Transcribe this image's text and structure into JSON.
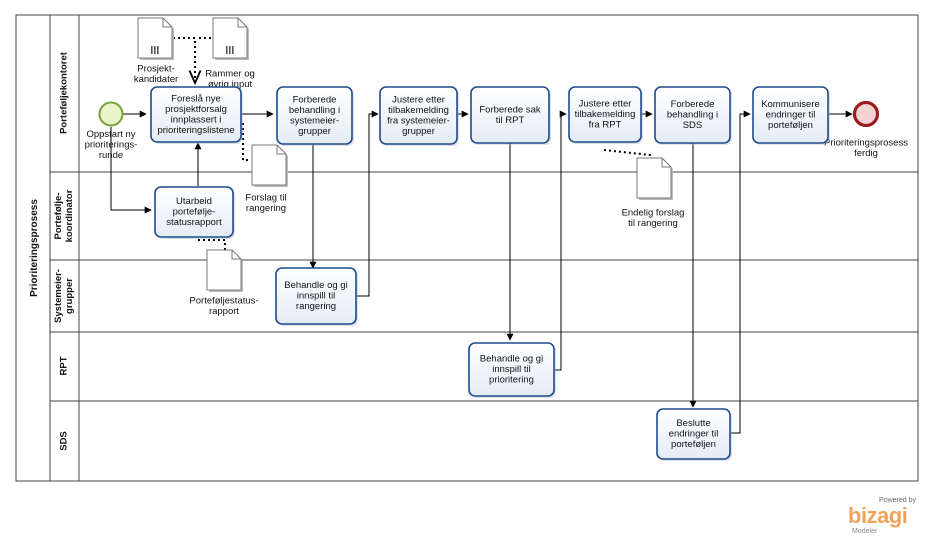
{
  "pool": {
    "label": "Prioriteringsprosess"
  },
  "lanes": [
    {
      "label_lines": [
        "Porteføljekontoret"
      ]
    },
    {
      "label_lines": [
        "Portefølje-",
        "koordinator"
      ]
    },
    {
      "label_lines": [
        "Systemeier-",
        "grupper"
      ]
    },
    {
      "label_lines": [
        "RPT"
      ]
    },
    {
      "label_lines": [
        "SDS"
      ]
    }
  ],
  "events": {
    "start": {
      "label_lines": [
        "Oppstart ny",
        "prioriterings-",
        "runde"
      ]
    },
    "end": {
      "label_lines": [
        "Prioriteringsprosess",
        "ferdig"
      ]
    }
  },
  "tasks": [
    {
      "id": "t1",
      "lines": [
        "Foreslå nye",
        "prosjektforsalg",
        "innplassert i",
        "prioriteringslistene"
      ]
    },
    {
      "id": "t2",
      "lines": [
        "Forberede",
        "behandling i",
        "systemeier-",
        "grupper"
      ]
    },
    {
      "id": "t3",
      "lines": [
        "Justere  etter",
        "tilbakemelding",
        "fra  systemeier-",
        "grupper"
      ]
    },
    {
      "id": "t4",
      "lines": [
        "Forberede sak",
        "til  RPT"
      ]
    },
    {
      "id": "t5",
      "lines": [
        "Justere etter",
        "tilbakemelding",
        "fra RPT"
      ]
    },
    {
      "id": "t6",
      "lines": [
        "Forberede",
        "behandling i",
        "SDS"
      ]
    },
    {
      "id": "t7",
      "lines": [
        "Kommunisere",
        "endringer til",
        "porteføljen"
      ]
    },
    {
      "id": "t8",
      "lines": [
        "Utarbeid",
        "portefølje-",
        "statusrapport"
      ]
    },
    {
      "id": "t9",
      "lines": [
        "Behandle og gi",
        "innspill til",
        "rangering"
      ]
    },
    {
      "id": "t10",
      "lines": [
        "Behandle og gi",
        "innspill til",
        "prioritering"
      ]
    },
    {
      "id": "t11",
      "lines": [
        "Beslutte",
        "endringer til",
        "porteføljen"
      ]
    }
  ],
  "artifacts": [
    {
      "id": "d1",
      "lines": [
        "Prosjekt-",
        "kandidater"
      ]
    },
    {
      "id": "d2",
      "lines": [
        "Rammer og",
        "øvrig input"
      ]
    },
    {
      "id": "d3",
      "lines": [
        "Forslag til",
        "rangering"
      ]
    },
    {
      "id": "d4",
      "lines": [
        "Porteføljestatus-",
        "rapport"
      ]
    },
    {
      "id": "d5",
      "lines": [
        "Endelig forslag",
        "til rangering"
      ]
    }
  ],
  "branding": {
    "powered_by": "Powered by",
    "name": "bizagi",
    "product": "Modeler"
  }
}
